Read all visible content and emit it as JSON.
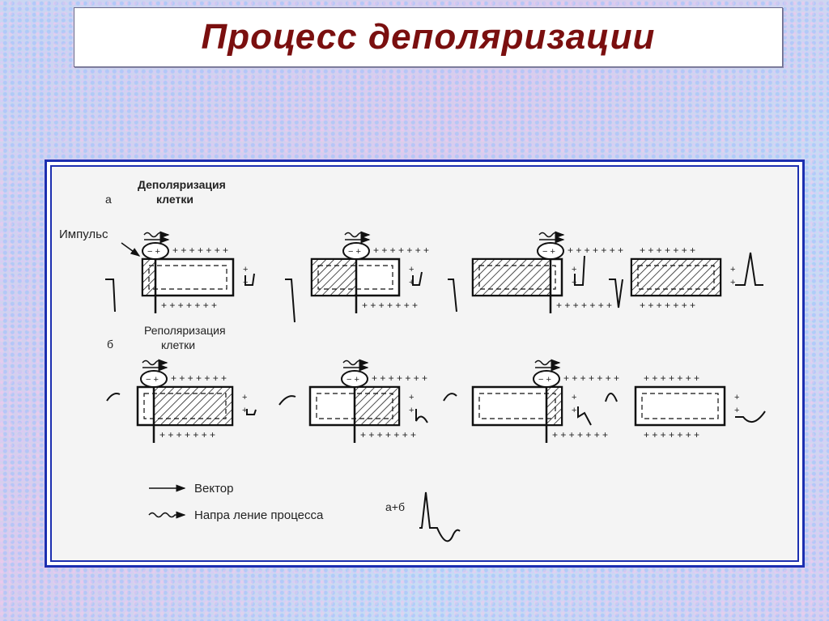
{
  "title": "Процесс деполяризации",
  "diagram": {
    "label_a": "а",
    "label_b": "б",
    "depolarization_label": [
      "Деполяризация",
      "клетки"
    ],
    "repolarization_label": [
      "Реполяризация",
      "клетки"
    ],
    "impulse_label": "Импульс",
    "legend": {
      "vector": "Вектор",
      "direction": "Напра ление процесса"
    },
    "sum_label": "а+б"
  }
}
